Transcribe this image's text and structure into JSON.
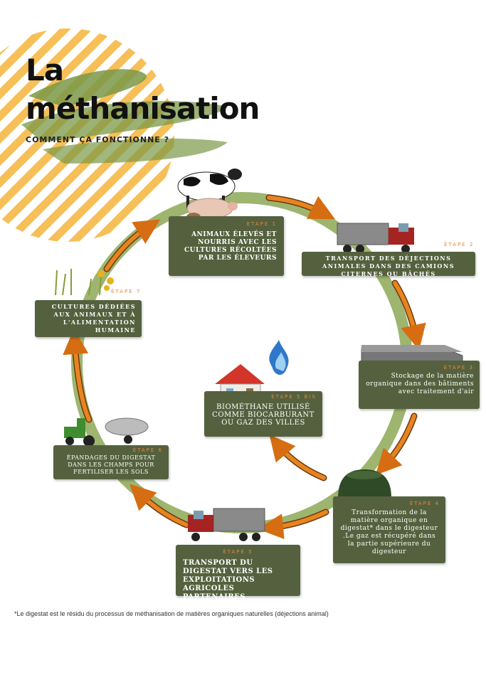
{
  "title": {
    "line1": "La",
    "line2": "méthanisation"
  },
  "subtitle": "COMMENT ÇA FONCTIONNE ?",
  "steps": [
    {
      "label": "ETAPE 1",
      "text": "ANIMAUX ÉLEVÉS ET NOURRIS AVEC LES CULTURES RÉCOLTÉES PAR LES ÉLEVEURS"
    },
    {
      "label": "ÉTAPE 2",
      "text": "TRANSPORT DES DÉJECTIONS ANIMALES DANS DES CAMIONS CITERNES OU BÂCHÉS"
    },
    {
      "label": "ÉTAPE 3",
      "text": "Stockage de la matière organique dans des bâtiments avec traitement d'air"
    },
    {
      "label": "ÉTAPE 4",
      "text": "Transformation de la matière organique en digestat* dans le digesteur .Le gaz est récupéré dans la partie supérieure du digesteur"
    },
    {
      "label": "ÉTAPE 5",
      "text": "TRANSPORT DU DIGESTAT VERS LES EXPLOITATIONS AGRICOLES PARTENAIRES"
    },
    {
      "label": "ÉTAPE 5 BIS",
      "text": "BIOMÉTHANE UTILISÉ COMME BIOCARBURANT OU GAZ DES VILLES"
    },
    {
      "label": "ÉTAPE 6",
      "text": "ÉPANDAGES DU DIGESTAT DANS LES CHAMPS POUR FERTILISER LES SOLS"
    },
    {
      "label": "ÉTAPE 7",
      "text": "CULTURES DÉDIÉES AUX ANIMAUX ET À L'ALIMENTATION HUMAINE"
    }
  ],
  "footnote": "*Le digestat est le résidu du processus de méthanisation de matières organiques naturelles (déjections animal)",
  "colors": {
    "box": "#55613e",
    "step_label": "#e8883a",
    "ring": "#9db56f",
    "arrow": "#e07a1f",
    "stripe_orange": "#f2a23c",
    "stripe_yellow": "#f5d44a",
    "brush": "#6f8a3e"
  },
  "icons": [
    "cow-icon",
    "pig-icon",
    "truck-icon",
    "warehouse-icon",
    "digester-dome-icon",
    "house-icon",
    "gas-flame-icon",
    "tractor-tanker-icon",
    "crops-icon"
  ]
}
